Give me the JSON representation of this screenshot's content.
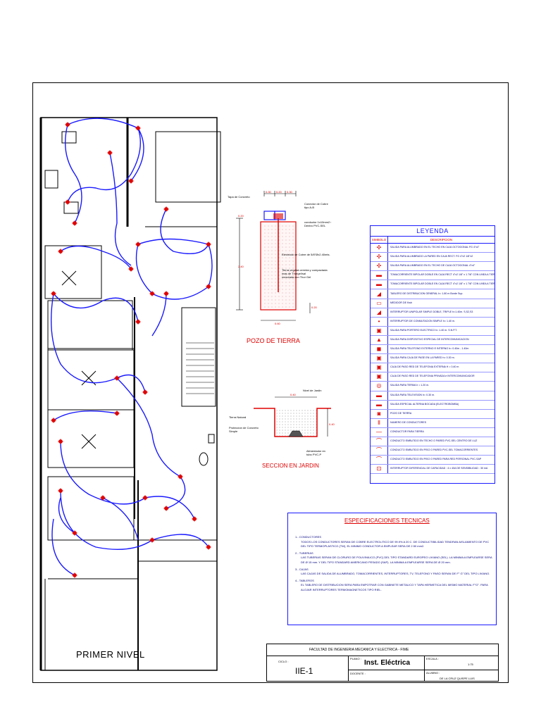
{
  "drawing": {
    "floor_title": "PRIMER   NIVEL",
    "pozo": {
      "title": "POZO DE TIERRA",
      "labels": {
        "tapa": "Tapa de Concreto",
        "conector": "Conector de Cobre\ntipo A-B",
        "conductor": "conductor 1x10mm2 Cu Desnudo\nDentro PVC-SEL",
        "electrodo": "Electrodo de Cobre de 5/8\"Øx2.40mts.",
        "tierra": "Tierra vegetal cernida y compactada\nmas de Thorgel/sal\nmezclada con Thor Gel"
      },
      "dims": {
        "d1": "0.30",
        "d2": "0.20",
        "d3": "0.30",
        "h1": "0.20",
        "h2": "2.40",
        "h3": "0.20",
        "base": "0.60"
      }
    },
    "jardin": {
      "title": "SECCION EN JARDIN",
      "labels": {
        "nivel": "Nivel de Jardin",
        "tierra": "Tierra Natural",
        "proteccion": "Proteccion de Concreto\nSimple",
        "alimentador": "Alimentador en\ntubo PVC-P"
      },
      "dims": {
        "w": "0.40",
        "h": "0.40"
      }
    }
  },
  "legend": {
    "title": "LEYENDA",
    "col_symbol": "SIMBOLO",
    "col_desc": "DESCRIPCION",
    "rows": [
      {
        "symbol": "✣",
        "desc": "SALIDA PARA ALUMBRADO EN EL TECHO EN CAJA OCTOGONAL FG 4\"x4\""
      },
      {
        "symbol": "✣",
        "desc": "SALIDA PARA ALUMBRADO LA PARED EN CAJA RECT. FG 4\"x2 1/8\"x2"
      },
      {
        "symbol": "✣",
        "desc": "SALIDA PARA ALUMBRADO EN EL TECHO DE CAJA OCTOGONAL 4\"x4\""
      },
      {
        "symbol": "▬",
        "desc": "TOMACORRIENTE BIPOLAR DOBLE EN CAJA RECT 4\"x2 1/8\" x 1 7/8\" CON LINEA A TIERRA"
      },
      {
        "symbol": "▬",
        "desc": "TOMACORRIENTE BIPOLAR DOBLE EN CAJA RECT 4\"x2 1/8\" x 1 7/8\" CON LINEA A TIERRA"
      },
      {
        "symbol": "◢",
        "desc": "TABLERO DE DISTRIBUCION GENERAL h= 1.80 m Borde Sup."
      },
      {
        "symbol": "▭",
        "desc": "MEDIDOR DE Kwh"
      },
      {
        "symbol": "◢",
        "desc": "INTERRUPTOR UNIPOLAR SIMPLE DOBLE, TRIPLE h=1.40m. S,S2,S3"
      },
      {
        "symbol": "•",
        "desc": "INTERRUPTOR DE CONMUTACION SIMPLE h= 1.40 m."
      },
      {
        "symbol": "▣",
        "desc": "SALIDA PARA PORTERO ELECTRICO h= 1.40 m. S.N.P.T."
      },
      {
        "symbol": "▲",
        "desc": "SALIDA PARA DISPOSITIVO ESPECIAL DE INTERCOMUNICACION"
      },
      {
        "symbol": "◼",
        "desc": "SALIDA PARA TELEFONO EXTERNO E INTERNO h= 0.40m - 1.40m"
      },
      {
        "symbol": "▣",
        "desc": "SALIDA PARA CAJA DE PASE EN LA PARED h= 0.30 m."
      },
      {
        "symbol": "▣",
        "desc": "CAJA DE PASO RED DE TELEFONIA EXTERNA  H = 0.40 m"
      },
      {
        "symbol": "▣",
        "desc": "CAJA DE PASO RED DE TELEFONIA PRIVADA e INTERCOMUNICADOR"
      },
      {
        "symbol": "◎",
        "desc": "SALIDA PARA TERMA h = 1.20 m."
      },
      {
        "symbol": "▬",
        "desc": "SALIDA PARA TELEVISION h= 0.30 m."
      },
      {
        "symbol": "▬",
        "desc": "SALIDA ESPECIAL ALTERNA BOCADA (ELECTROBOMBA)"
      },
      {
        "symbol": "◙",
        "desc": "POZO DE TIERRA"
      },
      {
        "symbol": "⦀",
        "desc": "NUMERO DE CONDUCTORES"
      },
      {
        "symbol": "—",
        "desc": "CONDUCTOR PARA TIERRA"
      },
      {
        "symbol": "⌒",
        "desc": "CONDUCTO EMBUTIDO EN TECHO O PARED  PVC-SEL CENTRO DE LUZ"
      },
      {
        "symbol": "⌒",
        "desc": "CONDUCTO EMBUTIDO EN PISO O PARED  PVC-SEL TOMACORRIENTES"
      },
      {
        "symbol": "⌒",
        "desc": "CONDUCTO EMBUTIDO EN PISO O PARED PARA RED PERSONAL  PVC-SAP"
      },
      {
        "symbol": "⊡",
        "desc": "INTERRUPTOR DIFERENCIAL DE CAPACIDAD : 4 x 40A   DE SENSIBILIDAD : 30 mA"
      }
    ]
  },
  "specs": {
    "title": "ESPECIFICACIONES TECNICAS",
    "sections": [
      {
        "heading": "1.- CONDUCTORES",
        "text": "TODOS LOS CONDUCTORES SERAN DE COBRE ELECTROLITICO DE 99.9% A 20 C. DE CONDUCTIBILIDAD TENDRAN AISLAMIENTO DE PVC DEL TIPO TERMOPLASTICO (TW), EL MINIMO CONDUCTOR A EMPLEAR SERA DE 2.50 mm2."
      },
      {
        "heading": "2.- TUBERIAS",
        "text": "LAS TUBERIAS SERAN DE CLORURO DE POLIVINILICO (PVC) DEL TIPO STANDARD EUROPEO LIVIANO (SEL). LA MINIMA A EMPLEARSE SERA DE Ø 15 mm. Y DEL TIPO STANDARD AMERICANO PESADO (SAP). LA MINIMA A EMPLEARSE SERA DE Ø 20 mm."
      },
      {
        "heading": "3.- CAJAS",
        "text": "LAS CAJAS DE SALIDA DE ALUMBRADO, TOMACORRIENTES, INTERRUPTORES, TV, TELEFONO Y PASO SERAN DE F° G° DEL TIPO LIVIANO."
      },
      {
        "heading": "4.- TABLEROS",
        "text": "EL TABLERO DE DISTRIBUCION SERA PARA EMPOTRAR CON GABINETE METALICO Y TAPA HERMETICA DEL MISMO MATERIAL F°G°. PARA ALOJAR INTERRUPTORES TERMOMAGNETICOS TIPO RIEL."
      }
    ]
  },
  "title_block": {
    "faculty": "FACULTAD DE INGENIERIA MECANICA Y ELECTRICA  -  FIME",
    "ciclo_label": "CICLO :",
    "plano_label": "PLANO :",
    "escala_label": "ESCALA :",
    "sheet": "IIE-1",
    "plano": "Inst. Eléctrica",
    "escala": "1:75",
    "docente_label": "DOCENTE :",
    "alumno_label": "ALUMNO :",
    "alumno": "DE LA CRUZ QUISPE LUIS"
  }
}
